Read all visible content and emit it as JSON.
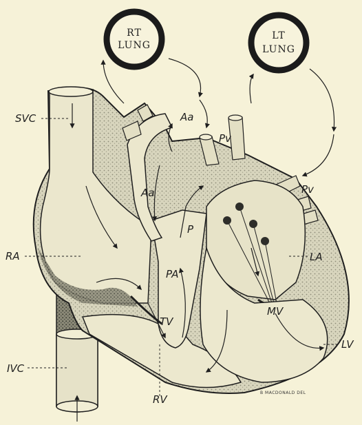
{
  "lungs": {
    "right": {
      "line1": "RT",
      "line2": "LUNG"
    },
    "left": {
      "line1": "LT",
      "line2": "LUNG"
    }
  },
  "labels": {
    "svc": "SVC",
    "ra": "RA",
    "ivc": "IVC",
    "rv": "RV",
    "tv": "TV",
    "pa": "PA",
    "p": "P",
    "aa_upper": "Aa",
    "aa_lower": "Aa",
    "pv_upper": "Pv",
    "pv_lower": "Pv",
    "la": "LA",
    "mv": "MV",
    "lv": "LV"
  },
  "signature": "B MACDONALD DEL",
  "colors": {
    "background": "#f6f2d8",
    "ink": "#1f1f1f",
    "shade": "#bfbda8",
    "dark_shade": "#55574c"
  }
}
